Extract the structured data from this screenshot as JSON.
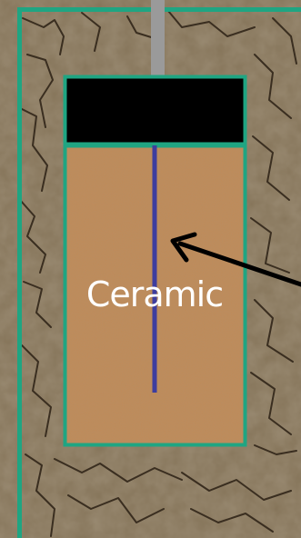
{
  "diagram": {
    "material_label": "Ceramic",
    "colors": {
      "soil": "#857459",
      "soil_crack": "#3a2e20",
      "frame": "#1fa582",
      "cap": "#000000",
      "ceramic": "#c08a58",
      "probe": "#3d3d9e",
      "rod": "#9a9a9a",
      "arrow": "#000000"
    },
    "icons": [
      "cracked-soil-texture",
      "ceramic-grain-texture",
      "arrow-pointer"
    ]
  }
}
